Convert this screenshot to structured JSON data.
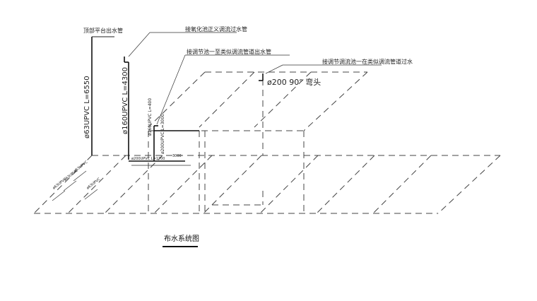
{
  "diagram": {
    "caption": "布水系统图",
    "labels": {
      "top_riser": "顶部平台出水管",
      "callout_1": "接氧化池正义调流过水管",
      "callout_2": "接调节池一至类似调流管道出水管",
      "callout_3": "接调节调流池一在类似调流管道过水",
      "elbow": "ø200  90° 弯头",
      "riser_63": "ø63UPVC L=6550",
      "riser_160": "ø160UPVC L=4300",
      "small_a": "ø160UPVC L=400",
      "small_b": "ø200UPVC L=3000",
      "small_c": "ø200UPVC L=1700",
      "small_d": "3000",
      "branch_1": "ø63UPVC",
      "branch_2": "ø63UPVC",
      "branch_3": "ø63UPVC",
      "branch_4": "ø63UPVC"
    }
  }
}
